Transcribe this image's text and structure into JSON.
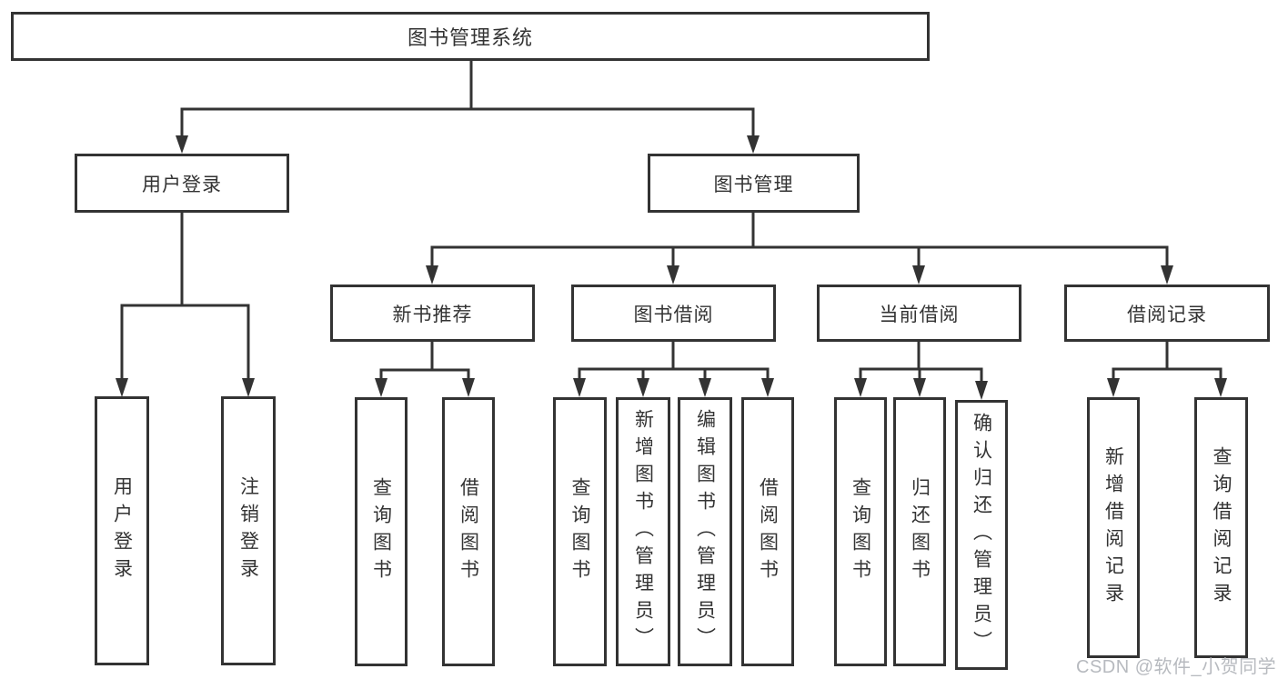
{
  "colors": {
    "line": "#333333",
    "text": "#333333",
    "background": "#ffffff",
    "watermark": "#b7babf"
  },
  "tree": {
    "root": "图书管理系统",
    "level2": [
      "用户登录",
      "图书管理"
    ],
    "level3": [
      "新书推荐",
      "图书借阅",
      "当前借阅",
      "借阅记录"
    ],
    "leaves": {
      "user_login": [
        "用户登录",
        "注销登录"
      ],
      "new_book": [
        "查询图书",
        "借阅图书"
      ],
      "borrow": [
        "查询图书",
        "新增图书（管理员）",
        "编辑图书（管理员）",
        "借阅图书"
      ],
      "current": [
        "查询图书",
        "归还图书",
        "确认归还（管理员）"
      ],
      "records": [
        "新增借阅记录",
        "查询借阅记录"
      ]
    }
  },
  "watermark": {
    "text": "CSDN @软件_小贺同学"
  }
}
